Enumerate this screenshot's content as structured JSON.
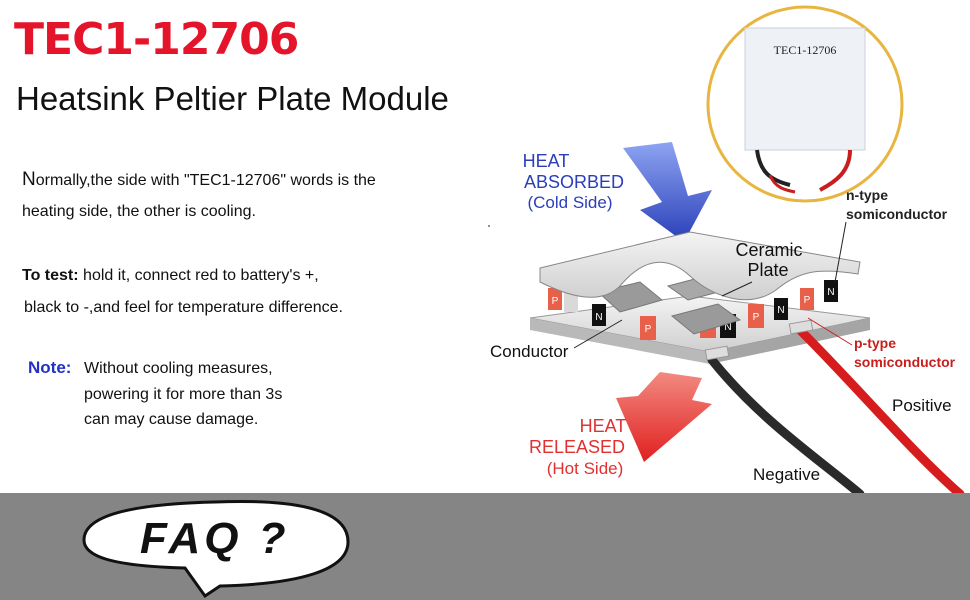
{
  "header": {
    "title": "TEC1-12706",
    "subtitle": "Heatsink Peltier Plate Module"
  },
  "description": {
    "line1_initial": "N",
    "line1_rest": "ormally,the side with \"TEC1-12706\" words is the",
    "line2": "heating side, the other is cooling.",
    "test_label": "To test:",
    "test_line1": " hold it, connect red to battery's +,",
    "test_line2": "black to -,and feel for temperature difference."
  },
  "note": {
    "label": "Note:",
    "lines": [
      "Without cooling measures,",
      "powering it for more than 3s",
      "can may cause damage."
    ]
  },
  "diagram": {
    "module_label": "TEC1-12706",
    "heat_absorbed": [
      "HEAT",
      "ABSORBED",
      "(Cold Side)"
    ],
    "ceramic_plate": [
      "Ceramic",
      "Plate"
    ],
    "ntype": [
      "n-type",
      "somiconductor"
    ],
    "ptype": [
      "p-type",
      "somiconductor"
    ],
    "conductor": "Conductor",
    "positive": "Positive",
    "negative": "Negative",
    "heat_released": [
      "HEAT",
      "RELEASED",
      "(Hot Side)"
    ],
    "p_mark": "P",
    "n_mark": "N"
  },
  "faq": {
    "label": "FAQ ?"
  },
  "colors": {
    "title_red": "#e4142b",
    "note_blue": "#2230c8",
    "cold_blue": "#2a3fb8",
    "hot_red": "#e03030",
    "faq_band": "#858585",
    "pellet_p": "#e8604a",
    "pellet_n": "#111111"
  }
}
